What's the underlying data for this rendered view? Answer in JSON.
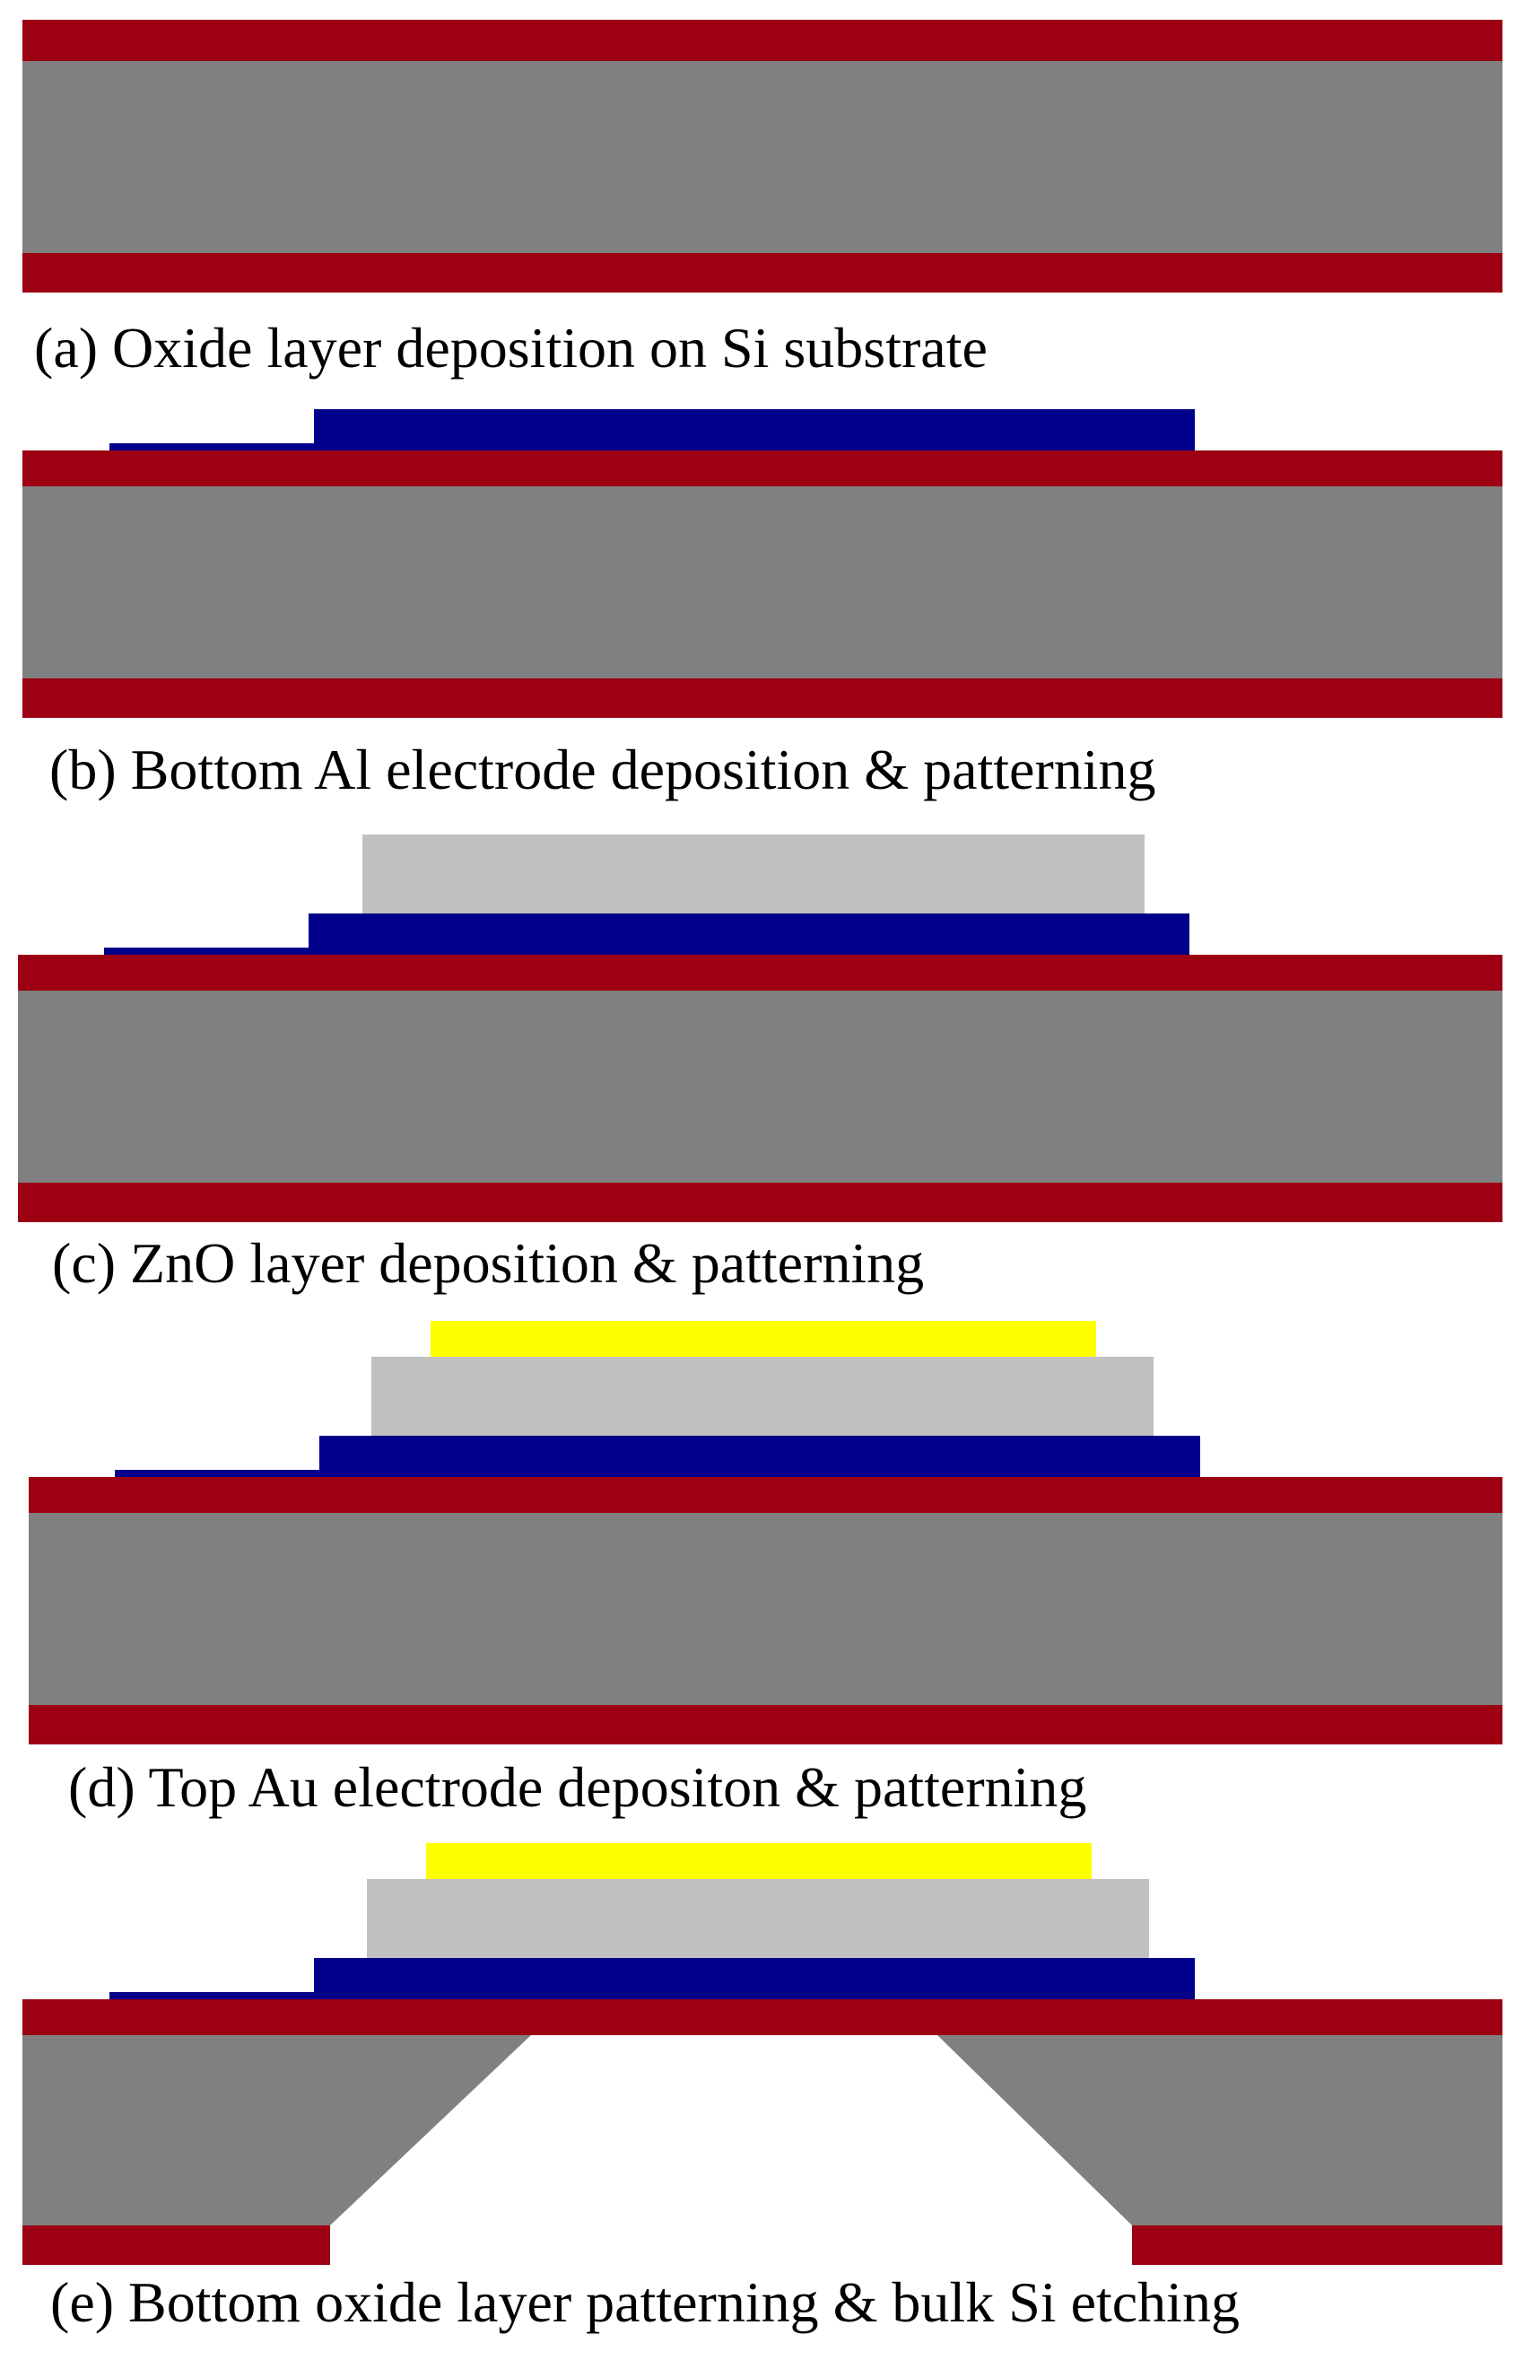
{
  "colors": {
    "oxide": "#9c0012",
    "silicon": "#808080",
    "aluminum": "#00008b",
    "zno": "#c0c0c0",
    "gold": "#ffff00"
  },
  "steps": [
    {
      "id": "a",
      "caption": "(a) Oxide layer deposition on Si substrate"
    },
    {
      "id": "b",
      "caption": "(b) Bottom Al electrode deposition & patterning"
    },
    {
      "id": "c",
      "caption": "(c) ZnO layer deposition & patterning"
    },
    {
      "id": "d",
      "caption": "(d) Top Au electrode depositon & patterning"
    },
    {
      "id": "e",
      "caption": "(e) Bottom oxide layer patterning & bulk Si etching"
    }
  ]
}
